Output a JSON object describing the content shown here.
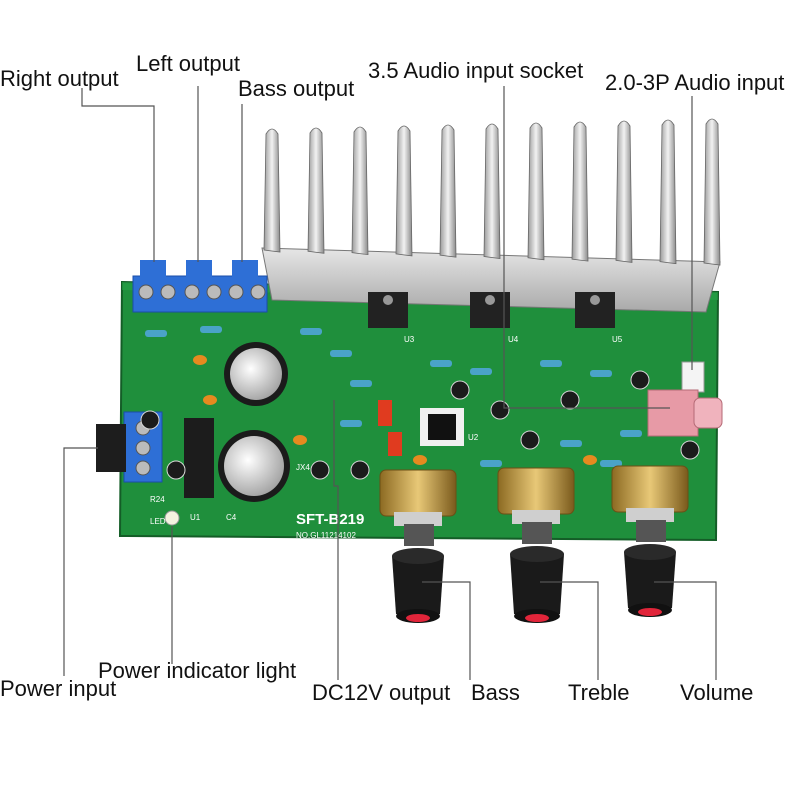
{
  "labels": {
    "right_output": "Right output",
    "left_output": "Left output",
    "bass_output": "Bass output",
    "audio_socket": "3.5 Audio input socket",
    "audio_3p": "2.0-3P Audio input",
    "power_input": "Power input",
    "power_indicator": "Power indicator light",
    "dc12v_output": "DC12V output",
    "bass": "Bass",
    "treble": "Treble",
    "volume": "Volume"
  },
  "board": {
    "model": "SFT-B219",
    "serial": "NO.GL11214102",
    "silk_labels": [
      "U3",
      "U4",
      "U5",
      "U1",
      "U2",
      "LED",
      "C4",
      "R24",
      "JX4"
    ]
  },
  "colors": {
    "pcb": "#1f8f3c",
    "pcb_dark": "#176f2e",
    "terminal": "#2e6fd6",
    "heatsink": "#d9d9d9",
    "socket": "#e79aa6",
    "knob": "#1a1a1a",
    "pot": "#c9a24a"
  }
}
